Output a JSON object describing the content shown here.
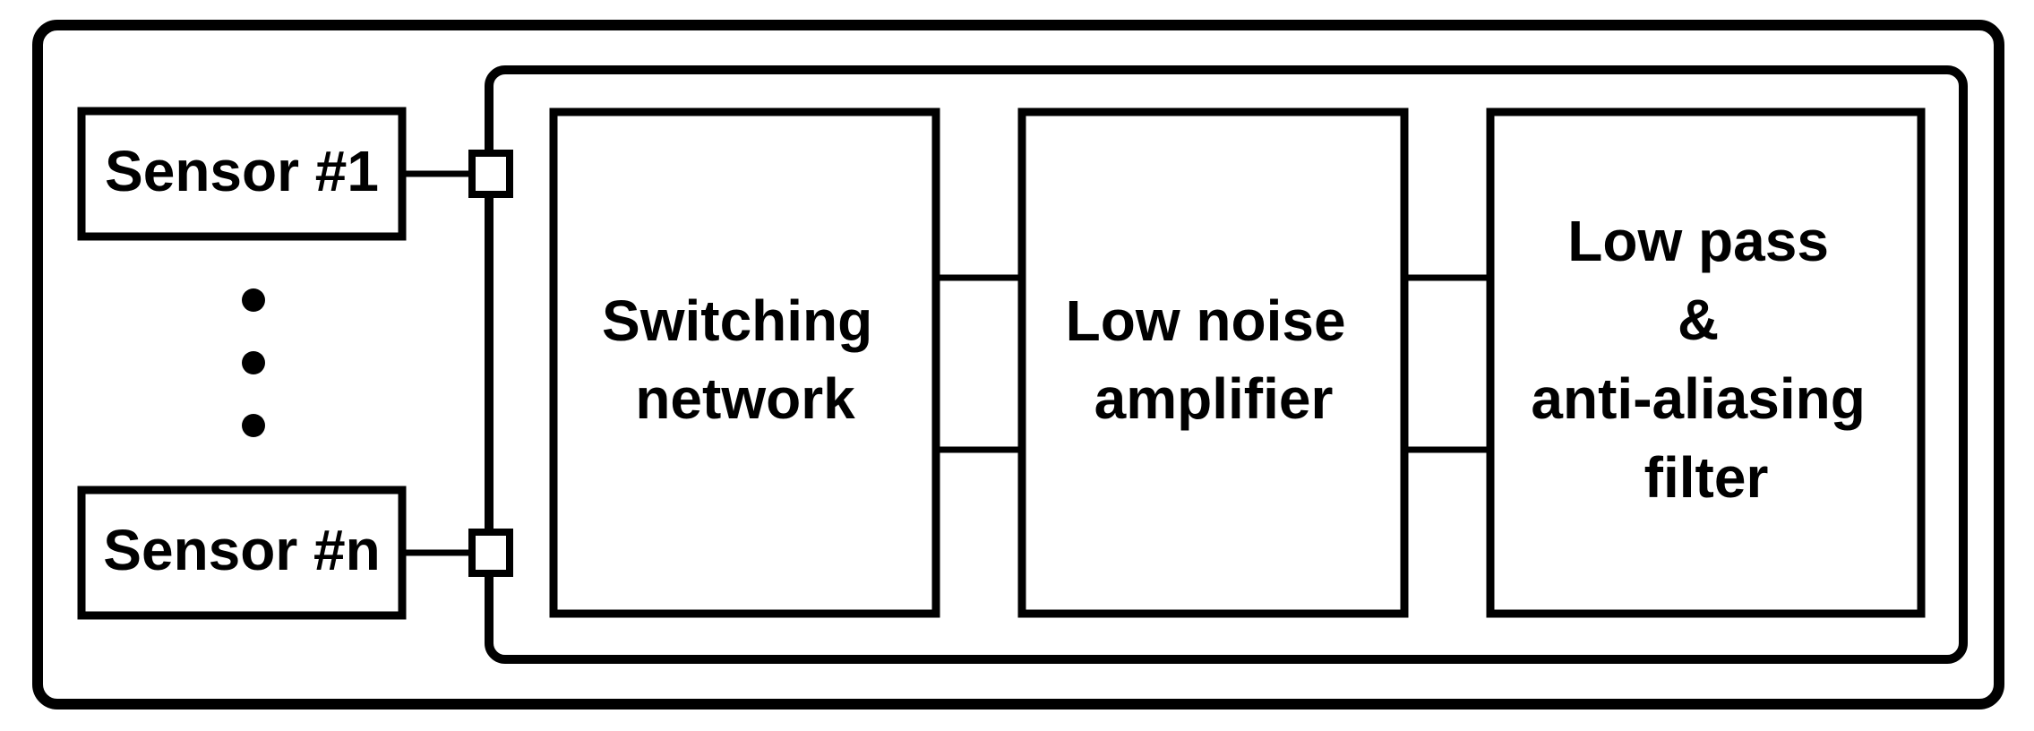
{
  "colors": {
    "stroke": "#000000",
    "background": "#ffffff"
  },
  "sensors": {
    "first": "Sensor #1",
    "ellipsis": "•  •  •",
    "last": "Sensor #n"
  },
  "blocks": {
    "switching": [
      "Switching",
      "network"
    ],
    "amplifier": [
      "Low noise",
      "amplifier"
    ],
    "filter": [
      "Low pass",
      "&",
      "anti-aliasing",
      "filter"
    ]
  }
}
